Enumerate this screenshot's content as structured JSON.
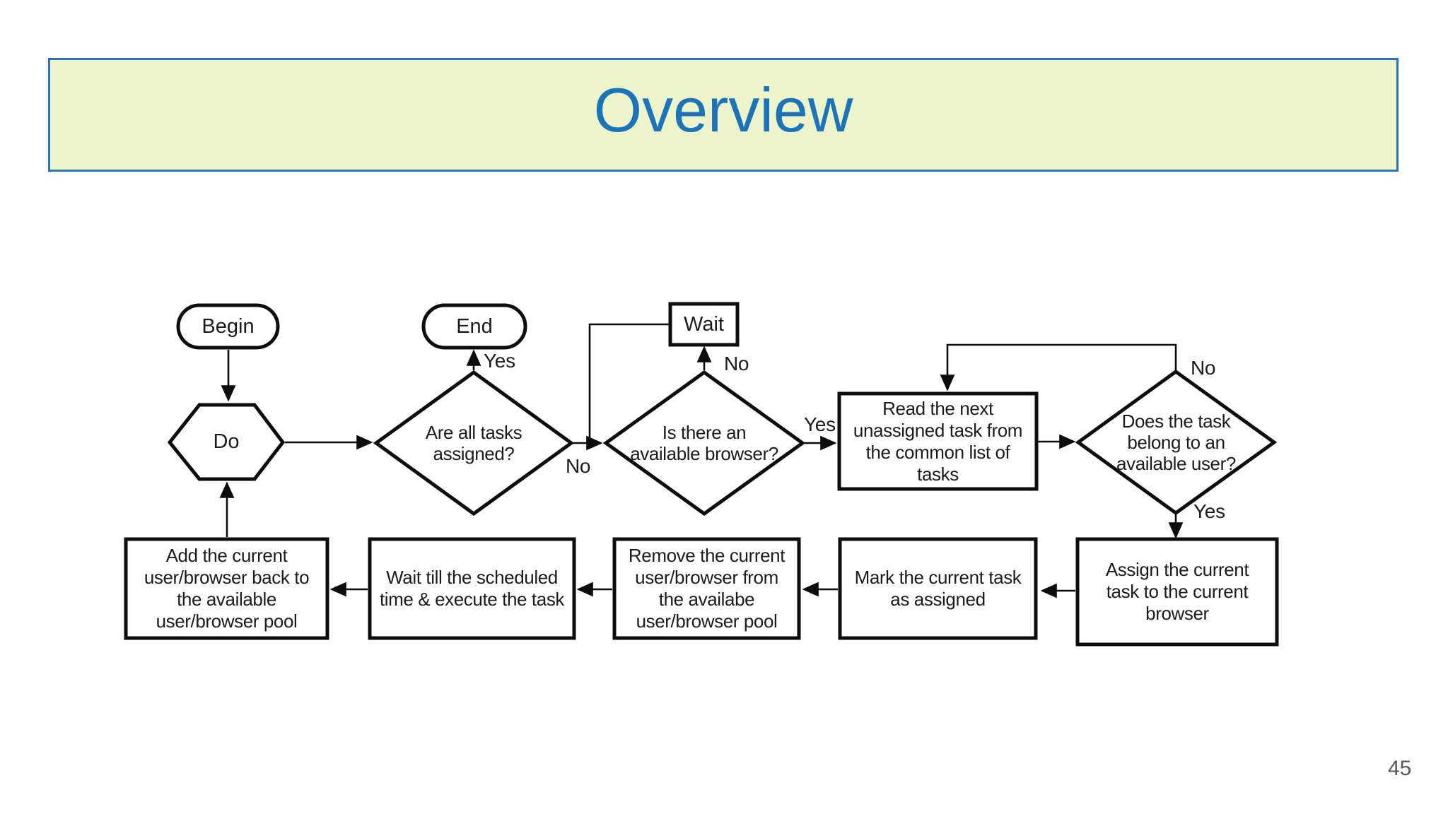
{
  "slide": {
    "title": "Overview",
    "page_number": "45"
  },
  "colors": {
    "title-fill": "#eef4c9",
    "title-border": "#2e75b5",
    "title-text": "#1b73ba",
    "line": "#0d0d0d",
    "label-text": "#1c1c1c",
    "page-number": "#595959"
  },
  "nodes": {
    "begin": "Begin",
    "do": "Do",
    "end": "End",
    "wait": "Wait",
    "tasks_assigned_q": "Are all tasks\nassigned?",
    "browser_available_q": "Is there an\navailable browser?",
    "read_task": "Read the next\nunassigned task from\nthe common list of\ntasks",
    "user_available_q": "Does the task\nbelong to an\navailable user?",
    "assign_task": "Assign the current\ntask to the current\nbrowser",
    "mark_assigned": "Mark the current task\nas assigned",
    "remove_user": "Remove the current\nuser/browser from\nthe availabe\nuser/browser pool",
    "wait_execute": "Wait till the scheduled\ntime & execute the task",
    "add_back": "Add the current\nuser/browser back to\nthe available\nuser/browser pool"
  },
  "edge_labels": {
    "tasks_yes": "Yes",
    "tasks_no": "No",
    "browser_no": "No",
    "browser_yes": "Yes",
    "user_no": "No",
    "user_yes": "Yes"
  }
}
